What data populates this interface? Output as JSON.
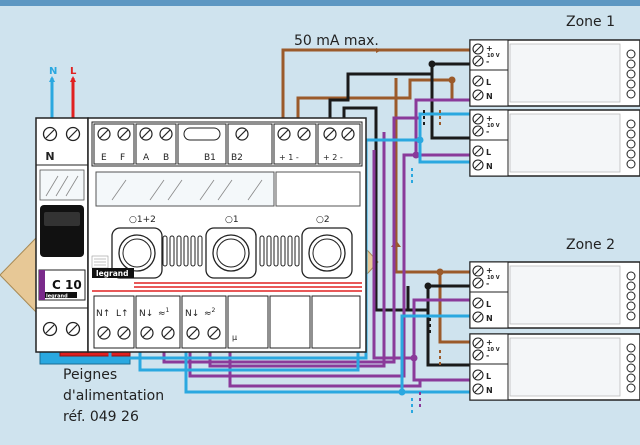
{
  "zone1_label": "Zone 1",
  "zone2_label": "Zone 2",
  "current_note": "50 mA max.",
  "feed_note_line1": "Peignes",
  "feed_note_line2": "d'alimentation",
  "feed_note_line3": "réf. 049 26",
  "breaker": {
    "label": "C 10",
    "brand": "legrand",
    "neutral_mark": "N",
    "neutral_wire": "N",
    "phase_wire": "L"
  },
  "controller": {
    "brand": "legrand",
    "terminals_top": [
      "E",
      "F",
      "A",
      "B",
      "B1",
      "B2",
      "+ 1 -",
      "+ 2 -"
    ],
    "channel_labels": [
      "1+2",
      "1",
      "2"
    ],
    "terminals_bottom": [
      "N",
      "L",
      "N",
      "1",
      "N",
      "2",
      "µ"
    ]
  },
  "driver": {
    "plus": "+",
    "volt": "10 V",
    "minus": "-",
    "l": "L",
    "n": "N"
  },
  "colors": {
    "brown": "#9b5a2a",
    "black": "#1a1a1a",
    "purple": "#8a3a9a",
    "blue": "#2aa8e0",
    "red": "#e02020",
    "background": "#cfe3ee",
    "header": "#5d97c2"
  }
}
